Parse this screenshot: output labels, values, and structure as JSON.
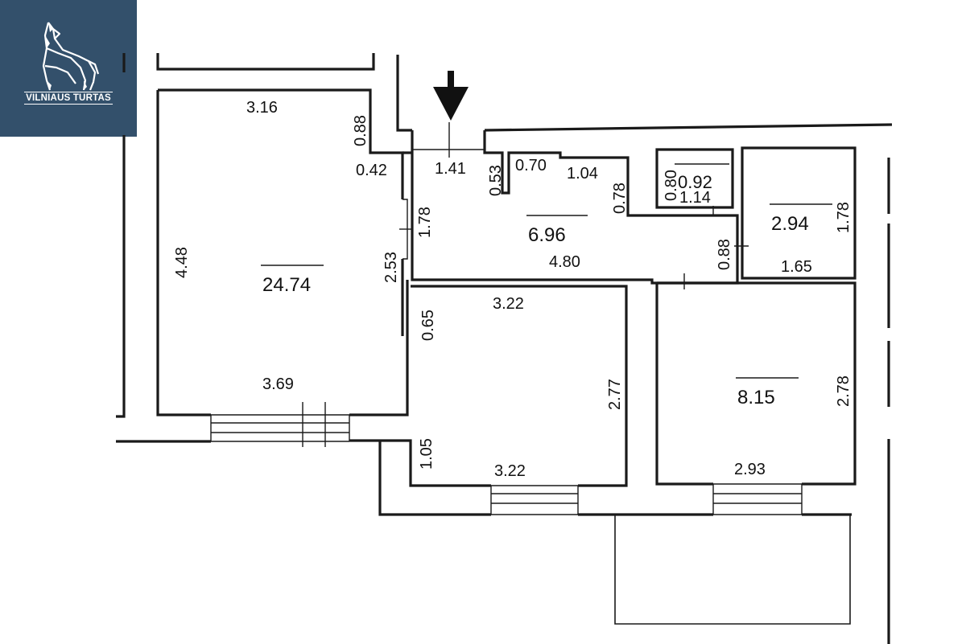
{
  "logo": {
    "name": "VILNIAUS TURTAS",
    "color": "#33506b"
  },
  "plan": {
    "areas": [
      "24.74",
      "6.96",
      "0.92",
      "2.94",
      "8.15"
    ],
    "dimensions": [
      "3.16",
      "0.88",
      "0.42",
      "4.48",
      "1.78",
      "2.53",
      "0.65",
      "3.69",
      "1.41",
      "0.53",
      "0.70",
      "1.04",
      "0.78",
      "0.80",
      "1.14",
      "1.78",
      "0.88",
      "1.65",
      "4.80",
      "3.22",
      "2.77",
      "1.05",
      "3.22",
      "2.78",
      "2.93"
    ]
  }
}
